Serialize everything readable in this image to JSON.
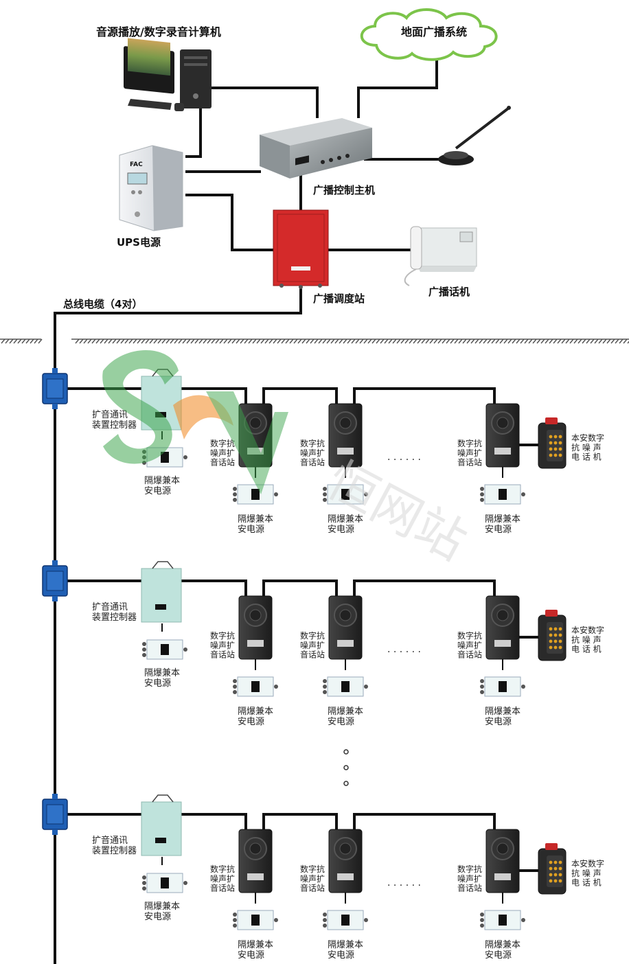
{
  "top": {
    "computer_label": "音源播放/数字录音计算机",
    "ground_system_label": "地面广播系统",
    "host_label": "广播控制主机",
    "ups_label": "UPS电源",
    "ups_brand": "FAC",
    "dispatch_label": "广播调度站",
    "phone_label": "广播话机",
    "bus_cable_label": "总线电缆（4对）"
  },
  "rows": [
    {
      "controller_label": [
        "扩音通讯",
        "装置控制器"
      ],
      "controller_psu_label": [
        "隔爆兼本",
        "安电源"
      ],
      "stations": [
        {
          "label": [
            "数字抗",
            "噪声扩",
            "音话站"
          ],
          "psu_label": [
            "隔爆兼本",
            "安电源"
          ]
        },
        {
          "label": [
            "数字抗",
            "噪声扩",
            "音话站"
          ],
          "psu_label": [
            "隔爆兼本",
            "安电源"
          ]
        },
        {
          "label": [
            "数字抗",
            "噪声扩",
            "音话站"
          ],
          "psu_label": [
            "隔爆兼本",
            "安电源"
          ]
        }
      ],
      "ellipsis": "· · · · · ·",
      "end_phone_label": [
        "本安数字",
        "抗 噪 声",
        "电 话 机"
      ]
    },
    {
      "controller_label": [
        "扩音通讯",
        "装置控制器"
      ],
      "controller_psu_label": [
        "隔爆兼本",
        "安电源"
      ],
      "stations": [
        {
          "label": [
            "数字抗",
            "噪声扩",
            "音话站"
          ],
          "psu_label": [
            "隔爆兼本",
            "安电源"
          ]
        },
        {
          "label": [
            "数字抗",
            "噪声扩",
            "音话站"
          ],
          "psu_label": [
            "隔爆兼本",
            "安电源"
          ]
        },
        {
          "label": [
            "数字抗",
            "噪声扩",
            "音话站"
          ],
          "psu_label": [
            "隔爆兼本",
            "安电源"
          ]
        }
      ],
      "ellipsis": "· · · · · ·",
      "end_phone_label": [
        "本安数字",
        "抗 噪 声",
        "电 话 机"
      ]
    },
    {
      "controller_label": [
        "扩音通讯",
        "装置控制器"
      ],
      "controller_psu_label": [
        "隔爆兼本",
        "安电源"
      ],
      "stations": [
        {
          "label": [
            "数字抗",
            "噪声扩",
            "音话站"
          ],
          "psu_label": [
            "隔爆兼本",
            "安电源"
          ]
        },
        {
          "label": [
            "数字抗",
            "噪声扩",
            "音话站"
          ],
          "psu_label": [
            "隔爆兼本",
            "安电源"
          ]
        },
        {
          "label": [
            "数字抗",
            "噪声扩",
            "音话站"
          ],
          "psu_label": [
            "隔爆兼本",
            "安电源"
          ]
        }
      ],
      "ellipsis": "· · · · · ·",
      "end_phone_label": [
        "本安数字",
        "抗 噪 声",
        "电 话 机"
      ]
    }
  ],
  "watermark": "恒网站",
  "colors": {
    "line": "#111111",
    "junction_box": "#1f5fb4",
    "dispatch_red": "#d42a2a",
    "controller_teal": "#bfe3dc",
    "station_dark": "#2a2a2a",
    "cloud_green": "#7cc44a",
    "watermark_green": "#3aa34a",
    "watermark_orange": "#f08a24"
  }
}
